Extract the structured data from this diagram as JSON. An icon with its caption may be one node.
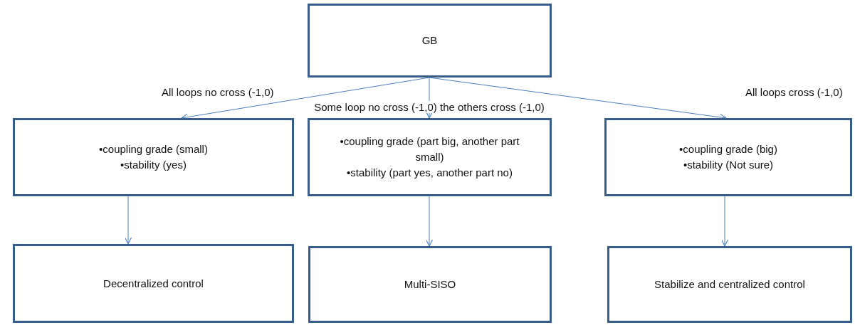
{
  "diagram": {
    "nodes": [
      {
        "text": [
          "GB"
        ]
      },
      {
        "text": [
          "•coupling grade (small)",
          "•stability (yes)"
        ]
      },
      {
        "text": [
          "•coupling grade (part big, another part small)",
          "•stability (part yes, another part no)"
        ]
      },
      {
        "text": [
          "•coupling grade (big)",
          "•stability (Not sure)"
        ]
      },
      {
        "text": [
          "Decentralized control"
        ]
      },
      {
        "text": [
          "Multi-SISO"
        ]
      },
      {
        "text": [
          "Stabilize and centralized control"
        ]
      }
    ],
    "edges": [
      {
        "from": 0,
        "to": 1,
        "arrow": "to",
        "label": "All loops no cross (-1,0)"
      },
      {
        "from": 0,
        "to": 2,
        "arrow": "to",
        "label": "Some loop no cross (-1,0) the others cross (-1,0)"
      },
      {
        "from": 0,
        "to": 3,
        "arrow": "to",
        "label": "All loops cross (-1,0)"
      },
      {
        "from": 1,
        "to": 4,
        "arrow": "to"
      },
      {
        "from": 2,
        "to": 5,
        "arrow": "to"
      },
      {
        "from": 3,
        "to": 6,
        "arrow": "to"
      }
    ]
  }
}
